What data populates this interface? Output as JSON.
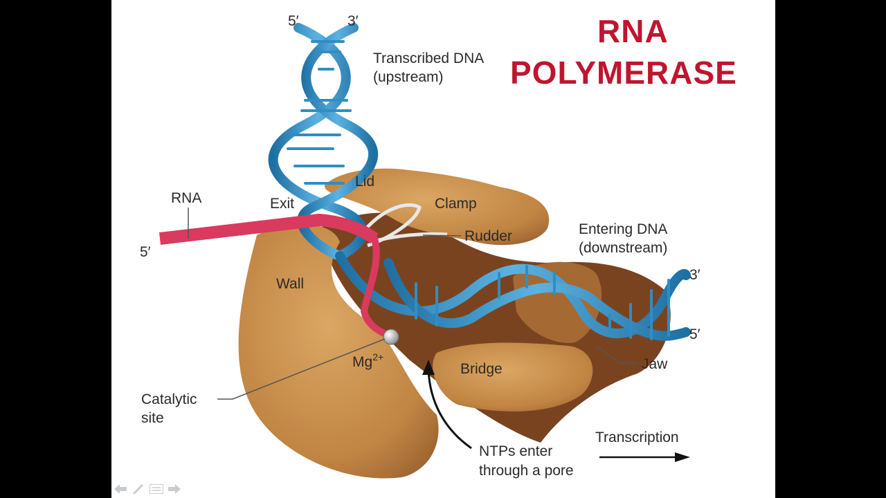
{
  "slide": {
    "title_line1": "RNA",
    "title_line2": "POLYMERASE",
    "title_color": "#c0152f"
  },
  "diagram": {
    "strand_top_5": "5′",
    "strand_top_3": "3′",
    "transcribed_dna_line1": "Transcribed DNA",
    "transcribed_dna_line2": "(upstream)",
    "rna": "RNA",
    "rna_5": "5′",
    "exit": "Exit",
    "lid": "Lid",
    "clamp": "Clamp",
    "rudder": "Rudder",
    "entering_dna_line1": "Entering DNA",
    "entering_dna_line2": "(downstream)",
    "strand_right_3": "3′",
    "strand_right_5": "5′",
    "wall": "Wall",
    "mg": "Mg",
    "mg_charge": "2+",
    "bridge": "Bridge",
    "jaw": "Jaw",
    "catalytic_line1": "Catalytic",
    "catalytic_line2": "site",
    "ntps_line1": "NTPs enter",
    "ntps_line2": "through a pore",
    "transcription": "Transcription",
    "colors": {
      "dna": "#2e8ec4",
      "rna": "#d93a5e",
      "protein": "#c98e4a",
      "protein_dark": "#7a4320"
    }
  },
  "nav": {
    "icons": [
      "arrow-left-icon",
      "pen-icon",
      "menu-icon",
      "arrow-right-icon"
    ]
  }
}
